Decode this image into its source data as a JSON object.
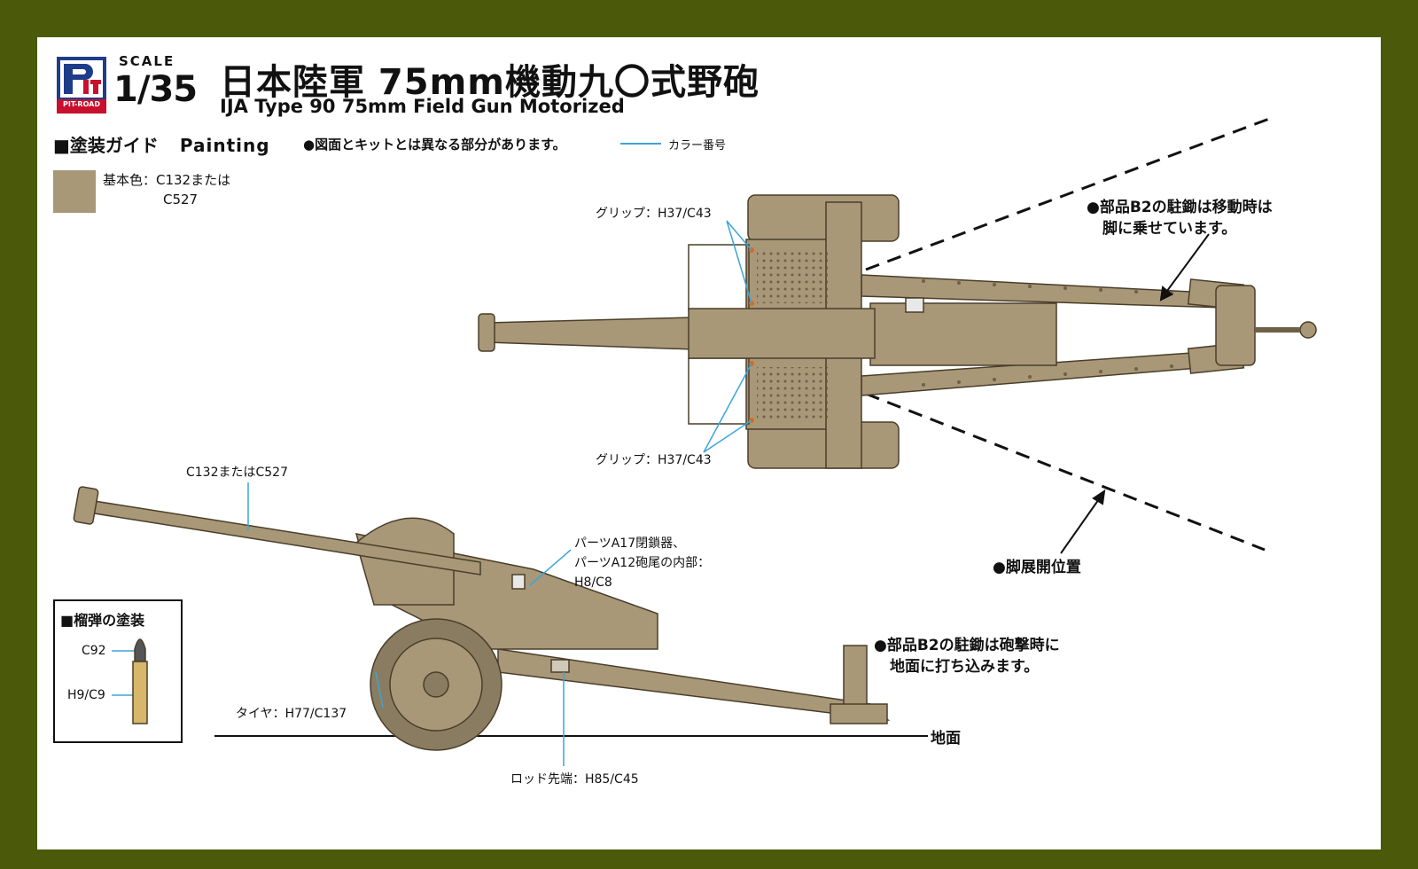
{
  "header": {
    "brand": "PIT-ROAD",
    "scale_word": "SCALE",
    "scale_value": "1/35",
    "title_jp": "日本陸軍 75mm機動九〇式野砲",
    "title_en": "IJA Type 90 75mm Field Gun Motorized"
  },
  "guide": {
    "heading_jp": "■塗装ガイド",
    "heading_en": "Painting",
    "note": "●図面とキットとは異なる部分があります。",
    "legend_label": "カラー番号"
  },
  "base_color": {
    "line1": "基本色：C132または",
    "line2": "C527",
    "swatch_color": "#a89878"
  },
  "callouts": {
    "grip_top": "グリップ：H37/C43",
    "grip_bottom": "グリップ：H37/C43",
    "b2_transport_1": "●部品B2の駐鋤は移動時は",
    "b2_transport_2": "脚に乗せています。",
    "leg_open": "●脚展開位置",
    "barrel_color": "C132またはC527",
    "parts_1": "パーツA17閉鎖器、",
    "parts_2": "パーツA12砲尾の内部：",
    "parts_3": "H8/C8",
    "b2_firing_1": "●部品B2の駐鋤は砲撃時に",
    "b2_firing_2": "地面に打ち込みます。",
    "tire": "タイヤ：H77/C137",
    "rod_tip": "ロッド先端：H85/C45",
    "ground": "地面"
  },
  "shell": {
    "title": "■榴弾の塗装",
    "tip_label": "C92",
    "body_label": "H9/C9"
  },
  "colors": {
    "frame": "#4a5a0a",
    "gun": "#a89878",
    "gun_dark": "#6e6048",
    "leader": "#3aa5d8",
    "brass": "#d7b86a"
  }
}
